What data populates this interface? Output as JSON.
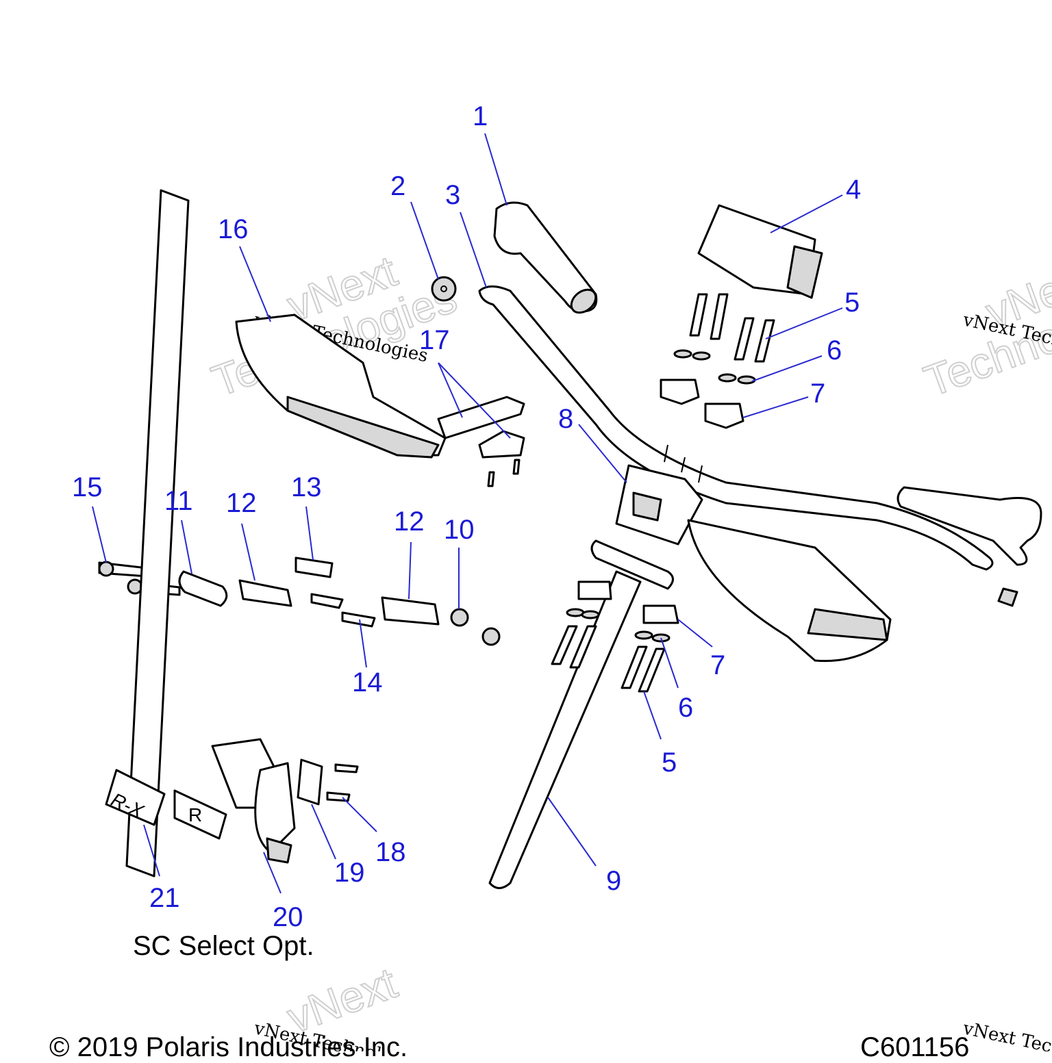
{
  "callouts": [
    "1",
    "2",
    "3",
    "4",
    "5",
    "6",
    "7",
    "8",
    "9",
    "10",
    "11",
    "12",
    "12",
    "13",
    "14",
    "15",
    "16",
    "17",
    "5",
    "6",
    "7",
    "18",
    "19",
    "20",
    "21"
  ],
  "caption": "SC Select Opt.",
  "copyright": "© 2019 Polaris Industries Inc.",
  "drawing_number": "C601156",
  "watermarks": {
    "main": "vNext",
    "sub": "Technologies",
    "line": "vNext Technologies"
  },
  "badge_text": "R-X",
  "guard_letter": "R",
  "colors": {
    "callout": "#1a1ad6",
    "line": "#000000"
  }
}
